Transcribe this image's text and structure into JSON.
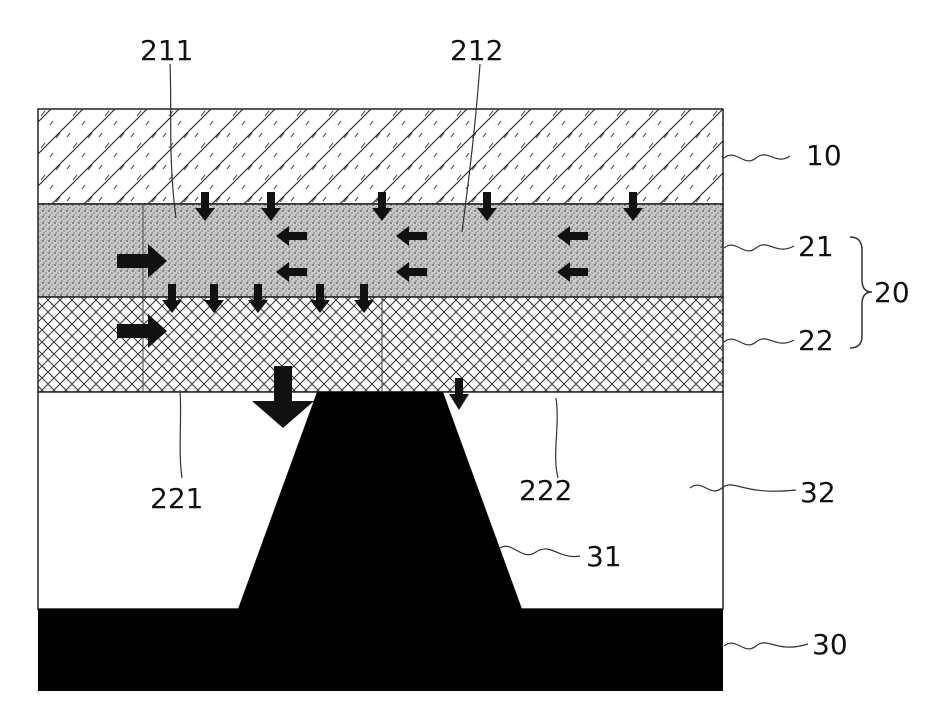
{
  "labels": {
    "l211": "211",
    "l212": "212",
    "l10": "10",
    "l21": "21",
    "l20": "20",
    "l22": "22",
    "l221": "221",
    "l222": "222",
    "l32": "32",
    "l31": "31",
    "l30": "30"
  },
  "colors": {
    "ink": "#111111",
    "fill_black": "#000000",
    "background": "#ffffff"
  }
}
